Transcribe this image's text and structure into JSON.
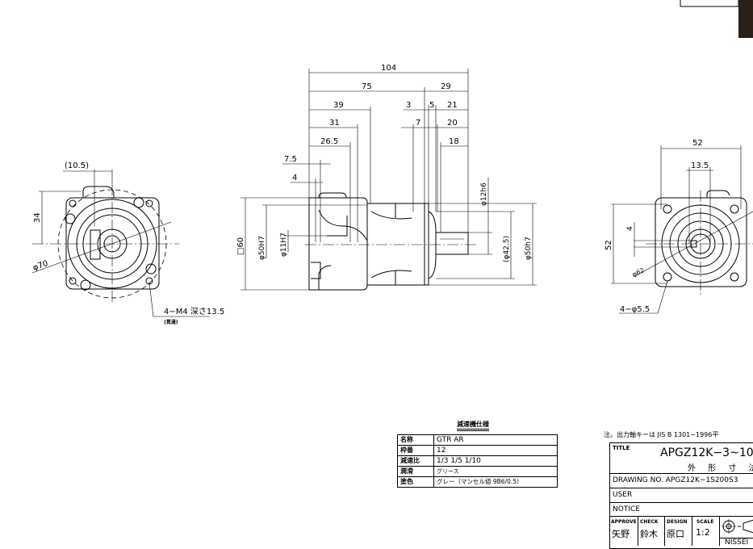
{
  "front_view": {
    "dims": [
      "(10.5)",
      "34",
      "φ70",
      "4−M4 深さ13.5",
      "(貫通)"
    ]
  },
  "side_view": {
    "dims": [
      "104",
      "75",
      "29",
      "39",
      "3",
      "5",
      "21",
      "31",
      "7",
      "20",
      "26.5",
      "18",
      "7.5",
      "4",
      "□60",
      "φ50H7",
      "φ11H7",
      "φ12h6",
      "(φ42.5)",
      "φ50h7"
    ]
  },
  "rear_view": {
    "dims": [
      "52",
      "13.5",
      "52",
      "4",
      "φ62",
      "4−φ5.5"
    ]
  },
  "spec_table": {
    "title": "減速機仕様",
    "rows": [
      {
        "label": "名称",
        "value": "GTR AR"
      },
      {
        "label": "枠番",
        "value": "12"
      },
      {
        "label": "減速比",
        "value": "1/3  1/5  1/10"
      },
      {
        "label": "潤滑",
        "value": "グリース"
      },
      {
        "label": "塗色",
        "value": "グレー（マンセル値 9B6/0.5）"
      }
    ]
  },
  "note": "注。出力軸キーは JIS B 1301−1996平",
  "title_block": {
    "title_label": "TITLE",
    "title": "APGZ12K−3~10",
    "subtitle": "外 形 寸 法",
    "drawing_no": "DRAWING NO. APGZ12K−1S200S3",
    "user": "USER",
    "notice": "NOTICE",
    "headers": [
      "APPROVE",
      "CHECK",
      "DESIGN",
      "SCALE"
    ],
    "values": [
      "矢野",
      "鈴木",
      "原口",
      "1:2"
    ],
    "logo_text": "NISSEI"
  }
}
